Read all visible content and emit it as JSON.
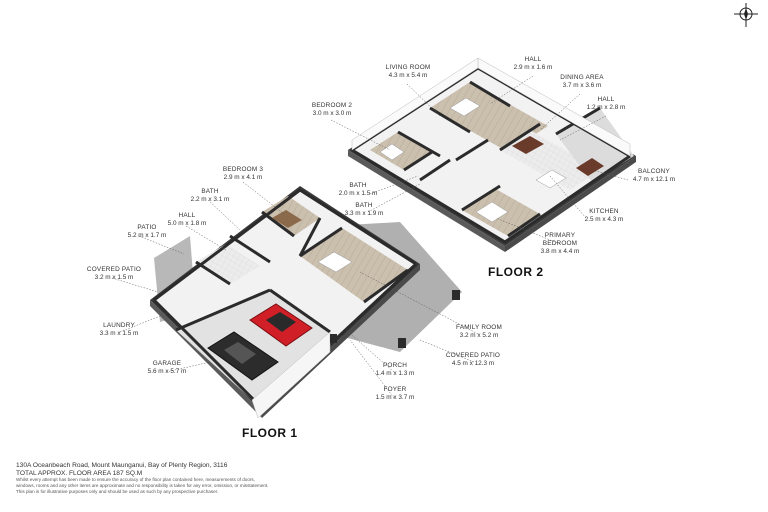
{
  "floors": {
    "floor1": "FLOOR 1",
    "floor2": "FLOOR 2"
  },
  "rooms": {
    "living_room": {
      "name": "LIVING ROOM",
      "dims": "4.3 m x 5.4 m"
    },
    "hall_upper": {
      "name": "HALL",
      "dims": "2.9 m x 1.6 m"
    },
    "dining_area": {
      "name": "DINING AREA",
      "dims": "3.7 m x 3.6 m"
    },
    "hall_upper2": {
      "name": "HALL",
      "dims": "1.2 m x 2.8 m"
    },
    "bedroom2": {
      "name": "BEDROOM 2",
      "dims": "3.0 m x 3.0 m"
    },
    "balcony": {
      "name": "BALCONY",
      "dims": "4.7 m x 12.1 m"
    },
    "bath_upper1": {
      "name": "BATH",
      "dims": "2.0 m x 1.5 m"
    },
    "bath_upper2": {
      "name": "BATH",
      "dims": "3.3 m x 1.9 m"
    },
    "kitchen": {
      "name": "KITCHEN",
      "dims": "2.5 m x 4.3 m"
    },
    "primary_bedroom": {
      "name": "PRIMARY\nBEDROOM",
      "name1": "PRIMARY",
      "name2": "BEDROOM",
      "dims": "3.8 m x 4.4 m"
    },
    "bedroom3": {
      "name": "BEDROOM 3",
      "dims": "2.9 m x 4.1 m"
    },
    "bath_lower": {
      "name": "BATH",
      "dims": "2.2 m x 3.1 m"
    },
    "hall_lower": {
      "name": "HALL",
      "dims": "5.0 m x 1.8 m"
    },
    "patio": {
      "name": "PATIO",
      "dims": "5.2 m x 1.7 m"
    },
    "covered_patio_small": {
      "name": "COVERED PATIO",
      "dims": "3.2 m x 1.5 m"
    },
    "laundry": {
      "name": "LAUNDRY",
      "dims": "3.3 m x 1.5 m"
    },
    "garage": {
      "name": "GARAGE",
      "dims": "5.6 m x 5.7 m"
    },
    "family_room": {
      "name": "FAMILY ROOM",
      "dims": "3.2 m x 5.2 m"
    },
    "covered_patio_large": {
      "name": "COVERED PATIO",
      "dims": "4.5 m x 12.3 m"
    },
    "porch": {
      "name": "PORCH",
      "dims": "1.4 m x 1.3 m"
    },
    "foyer": {
      "name": "FOYER",
      "dims": "1.5 m x 3.7 m"
    }
  },
  "footer": {
    "address": "130A Oceanbeach Road, Mount Maunganui, Bay of Plenty Region, 3116",
    "area": "TOTAL APPROX. FLOOR AREA 187 SQ.M",
    "disclaimer1": "Whilst every attempt has been made to ensure the accuracy of the floor plan contained here, measurements of doors,",
    "disclaimer2": "windows, rooms and any other items are approximate and no responsibility is taken for any error, omission, or misstatement.",
    "disclaimer3": "This plan is for illustrative purposes only and should be used as such by any prospective purchaser."
  },
  "compass_icon": "north-arrow-icon",
  "colors": {
    "wall_top": "#2b2b2b",
    "wall_face": "#f4f4f4",
    "floor_wood": "#c9bfae",
    "floor_tile": "#e6e6e6",
    "ground": "#b3b3b3",
    "car": "#d11f27"
  }
}
